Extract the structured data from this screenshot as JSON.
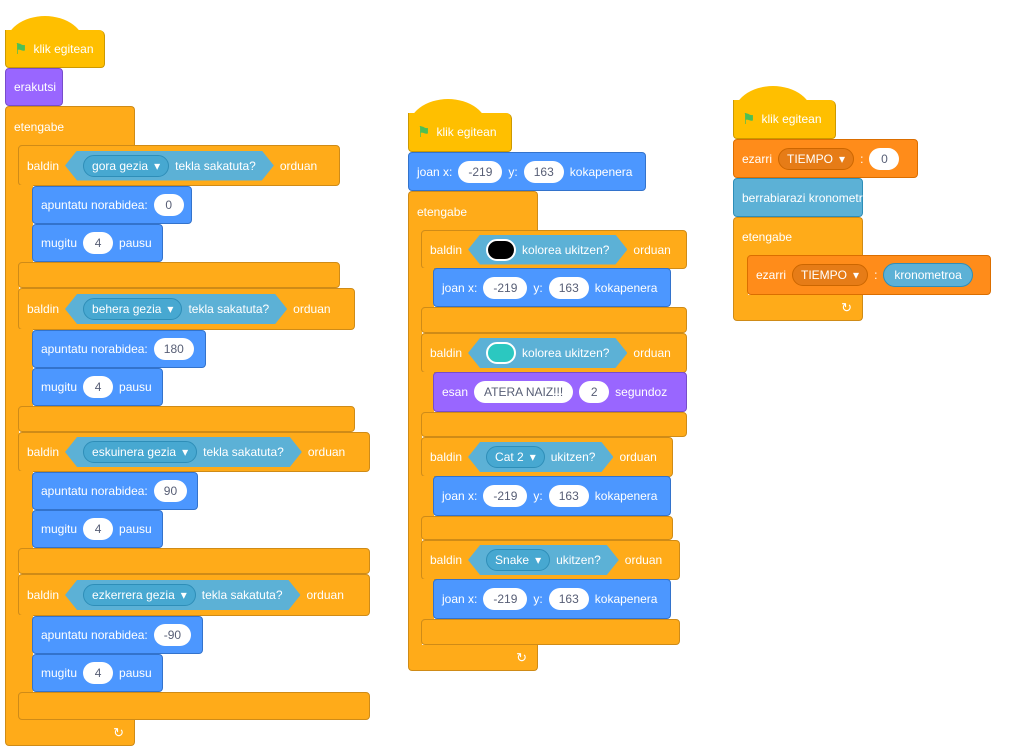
{
  "common": {
    "when_flag_clicked": "klik egitean",
    "forever": "etengabe",
    "if": "baldin",
    "then": "orduan",
    "key_pressed": "tekla sakatuta?",
    "point_direction": "apuntatu norabidea:",
    "move": "mugitu",
    "steps": "pausu",
    "goto_x": "joan x:",
    "goto_y": "y:",
    "goto_suffix": "kokapenera",
    "touching_color": "kolorea ukitzen?",
    "touching": "ukitzen?",
    "say": "esan",
    "seconds": "segundoz",
    "set": "ezarri",
    "to": ":",
    "loop_arrow_icon": "↻"
  },
  "script1": {
    "show": "erakutsi",
    "ifs": [
      {
        "key": "gora gezia",
        "direction": "0",
        "steps": "4"
      },
      {
        "key": "behera gezia",
        "direction": "180",
        "steps": "4"
      },
      {
        "key": "eskuinera gezia",
        "direction": "90",
        "steps": "4"
      },
      {
        "key": "ezkerrera gezia",
        "direction": "-90",
        "steps": "4"
      }
    ]
  },
  "script2": {
    "goto": {
      "x": "-219",
      "y": "163"
    },
    "if1": {
      "color": "#000000",
      "goto": {
        "x": "-219",
        "y": "163"
      }
    },
    "if2": {
      "color": "#2BC8C0",
      "say_text": "ATERA NAIZ!!!",
      "say_secs": "2"
    },
    "if3": {
      "sprite": "Cat 2",
      "goto": {
        "x": "-219",
        "y": "163"
      }
    },
    "if4": {
      "sprite": "Snake",
      "goto": {
        "x": "-219",
        "y": "163"
      }
    }
  },
  "script3": {
    "variable": "TIEMPO",
    "value": "0",
    "reset_timer": "berrabiarazi kronometroa",
    "timer": "kronometroa"
  }
}
